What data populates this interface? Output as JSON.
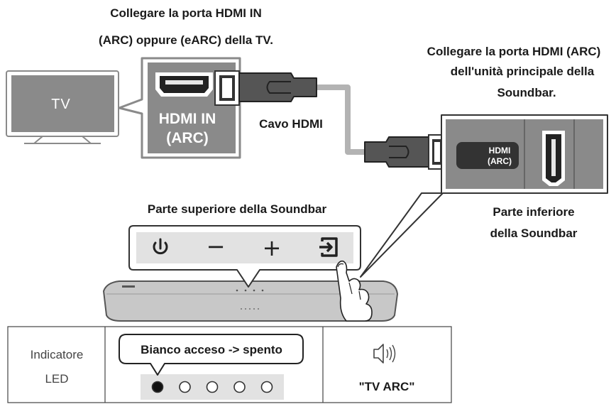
{
  "labels": {
    "tv_port_line1": "Collegare la porta HDMI IN",
    "tv_port_line2": "(ARC) oppure (eARC) della TV.",
    "soundbar_port_line1": "Collegare la porta HDMI (ARC)",
    "soundbar_port_line2": "dell'unità principale della",
    "soundbar_port_line3": "Soundbar.",
    "cable": "Cavo HDMI",
    "tv": "TV",
    "hdmi_in_line1": "HDMI IN",
    "hdmi_in_line2": "(ARC)",
    "port_label_line1": "HDMI",
    "port_label_line2": "(ARC)",
    "top_of_soundbar": "Parte superiore della Soundbar",
    "bottom_line1": "Parte inferiore",
    "bottom_line2": "della Soundbar"
  },
  "buttons": {
    "power_icon": "power-icon",
    "minus": "−",
    "plus": "+",
    "source_icon": "source-input-icon"
  },
  "led_table": {
    "header_line1": "Indicatore",
    "header_line2": "LED",
    "state_callout": "Bianco acceso -> spento",
    "leds": [
      true,
      false,
      false,
      false,
      false
    ],
    "mode_icon": "speaker-icon",
    "mode_text": "\"TV ARC\""
  },
  "colors": {
    "panel_gray": "#8a8a8a",
    "dark": "#333333",
    "cable_gray": "#b3b3b3",
    "light_gray": "#e2e2e2"
  }
}
